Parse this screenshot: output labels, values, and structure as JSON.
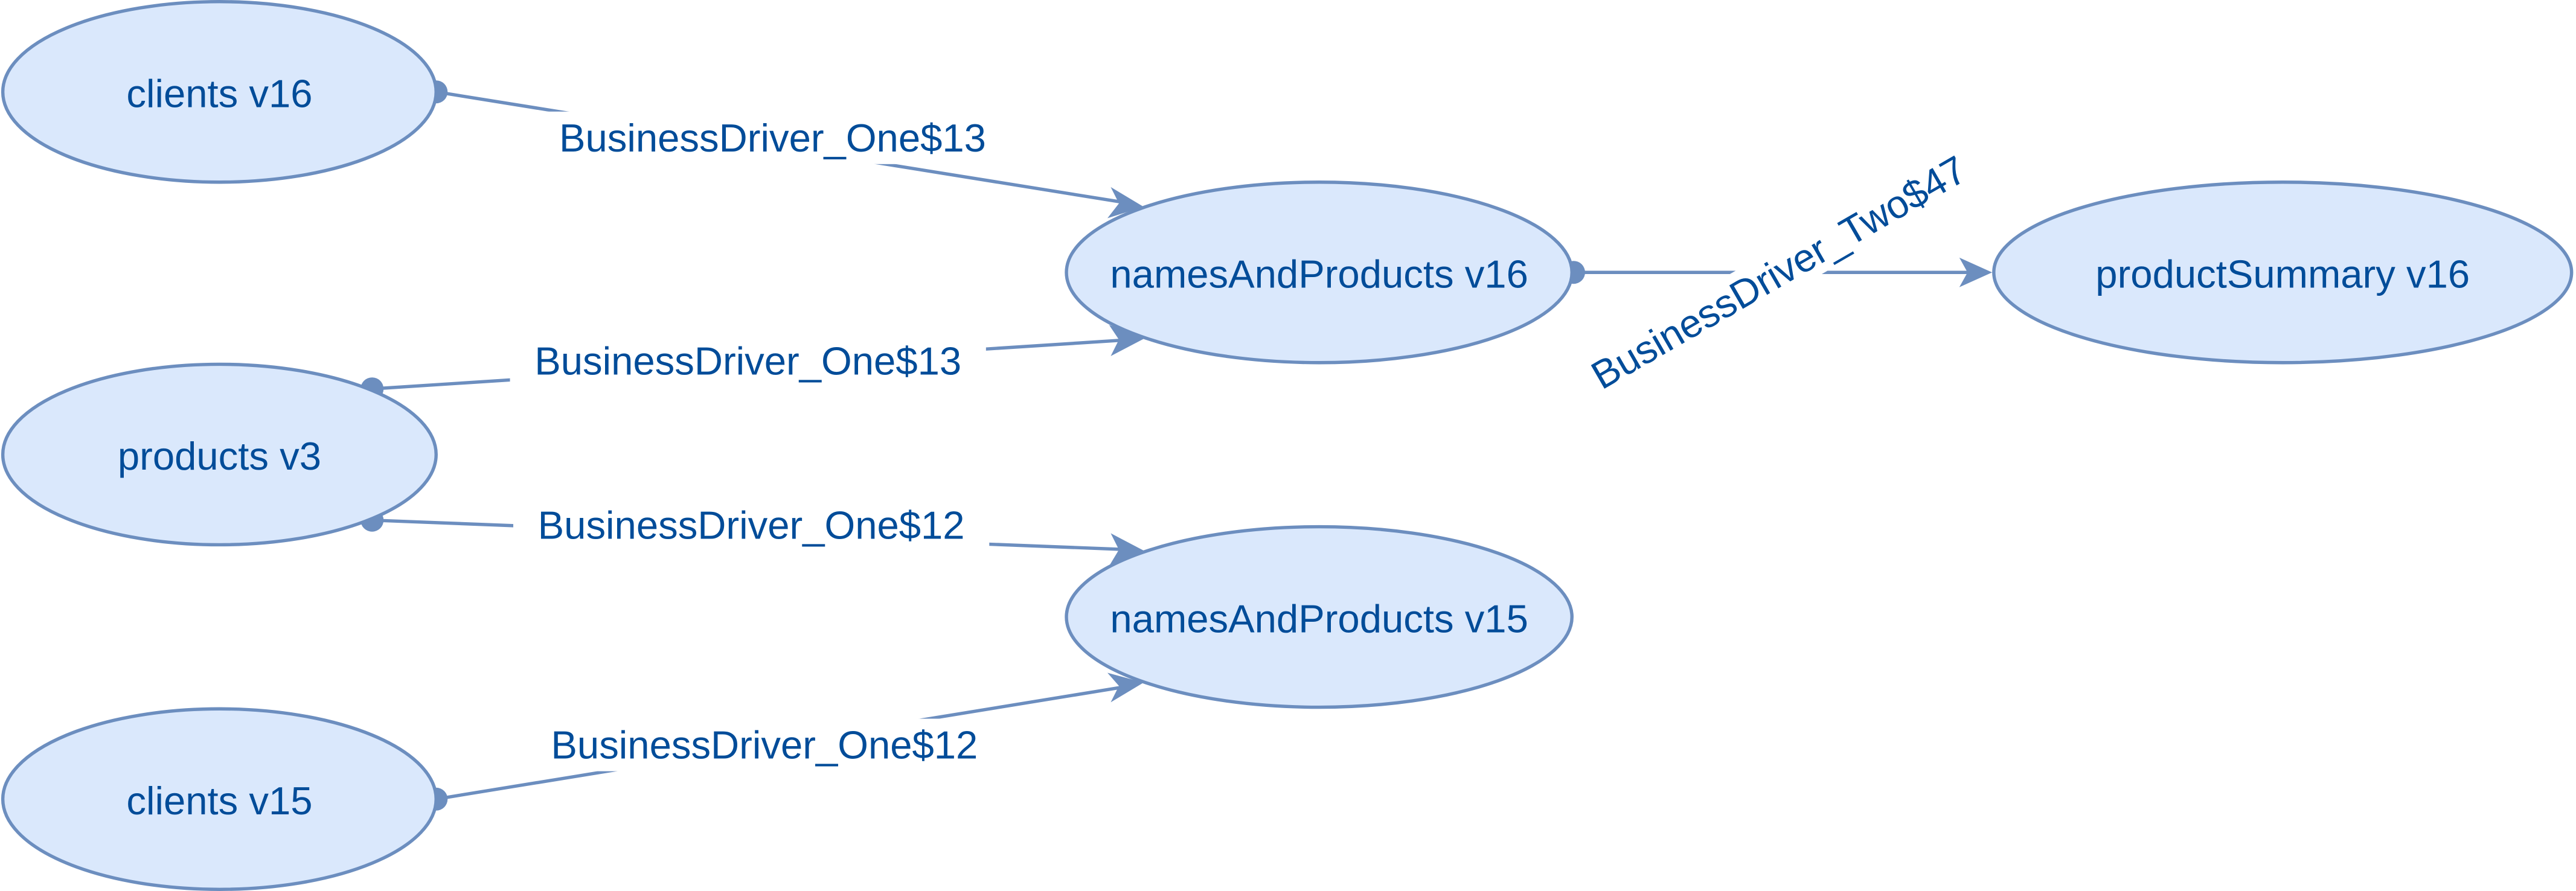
{
  "diagram": {
    "nodes": [
      {
        "id": "clients-v16",
        "label": "clients v16"
      },
      {
        "id": "products-v3",
        "label": "products v3"
      },
      {
        "id": "clients-v15",
        "label": "clients v15"
      },
      {
        "id": "names-and-products-v16",
        "label": "namesAndProducts v16"
      },
      {
        "id": "names-and-products-v15",
        "label": "namesAndProducts v15"
      },
      {
        "id": "product-summary-v16",
        "label": "productSummary v16"
      }
    ],
    "edges": [
      {
        "from": "clients-v16",
        "to": "names-and-products-v16",
        "label": "BusinessDriver_One$13"
      },
      {
        "from": "products-v3",
        "to": "names-and-products-v16",
        "label": "BusinessDriver_One$13"
      },
      {
        "from": "products-v3",
        "to": "names-and-products-v15",
        "label": "BusinessDriver_One$12"
      },
      {
        "from": "clients-v15",
        "to": "names-and-products-v15",
        "label": "BusinessDriver_One$12"
      },
      {
        "from": "names-and-products-v16",
        "to": "product-summary-v16",
        "label": "BusinessDriver_Two$47"
      }
    ],
    "colors": {
      "node_fill": "#dae8fc",
      "node_stroke": "#6c8ebf",
      "text": "#004c99",
      "edge": "#6c8ebf"
    }
  }
}
